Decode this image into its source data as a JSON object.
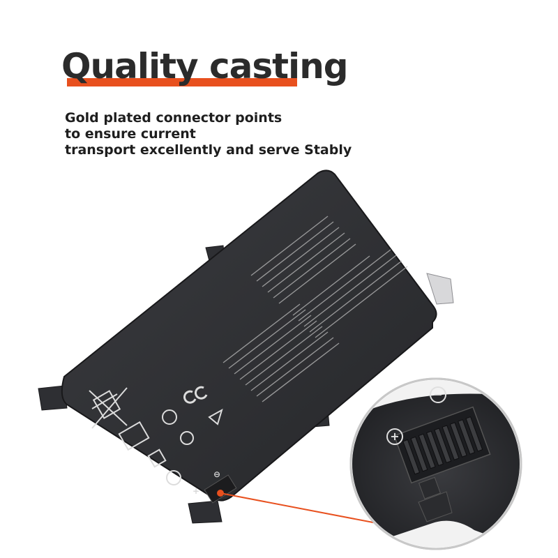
{
  "headline": "Quality casting",
  "description": [
    "Gold plated connector points",
    "to ensure current",
    "transport excellently and serve Stably"
  ],
  "battery": {
    "color": "#2e2f33",
    "label_text_color": "#c9c9c9"
  },
  "zoom": {
    "plus_symbol": "+",
    "minus_symbol": "−",
    "pin_count": 9
  },
  "colors": {
    "accent": "#e8501e",
    "text": "#222222"
  }
}
